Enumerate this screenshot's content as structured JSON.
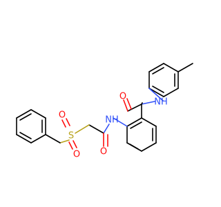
{
  "diagram": {
    "type": "chemical-structure",
    "atom_labels": {
      "sulfur": "S",
      "sulfonyl_oxygen_1": "O",
      "sulfonyl_oxygen_2": "O",
      "amide_oxygen_1": "O",
      "amide_oxygen_2": "O",
      "amide_nitrogen_1": "NH",
      "amide_nitrogen_2": "NH"
    },
    "colors": {
      "bond": "#000000",
      "oxygen": "#ff0d0d",
      "nitrogen": "#3050f8",
      "sulfur": "#b8a21a",
      "background": "#ffffff"
    }
  }
}
